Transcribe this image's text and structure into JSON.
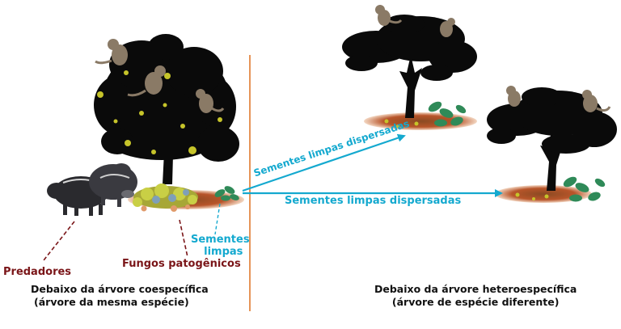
{
  "labels": {
    "predadores": "Predadores",
    "fungos": "Fungos patogênicos",
    "sementes_limpas_1": "Sementes",
    "sementes_limpas_2": "limpas",
    "dispersadas_upper": "Sementes limpas dispersadas",
    "dispersadas_lower": "Sementes limpas dispersadas",
    "left_caption_1": "Debaixo da árvore coespecífica",
    "left_caption_2": "(árvore da mesma espécie)",
    "right_caption_1": "Debaixo da árvore heteroespecífica",
    "right_caption_2": "(árvore de espécie diferente)"
  },
  "colors": {
    "red_label": "#7a1518",
    "cyan_label": "#14a9cf",
    "divider": "#e07a2e",
    "soil": "#b8552a",
    "tree": "#0a0a0a",
    "fruit": "#c6c42a",
    "plant": "#2f8a58"
  },
  "icons": {
    "tree": "tree-silhouette",
    "monkey": "monkey",
    "peccary": "peccary",
    "fungus": "fungus-cluster",
    "seedling": "seedling-plant"
  }
}
